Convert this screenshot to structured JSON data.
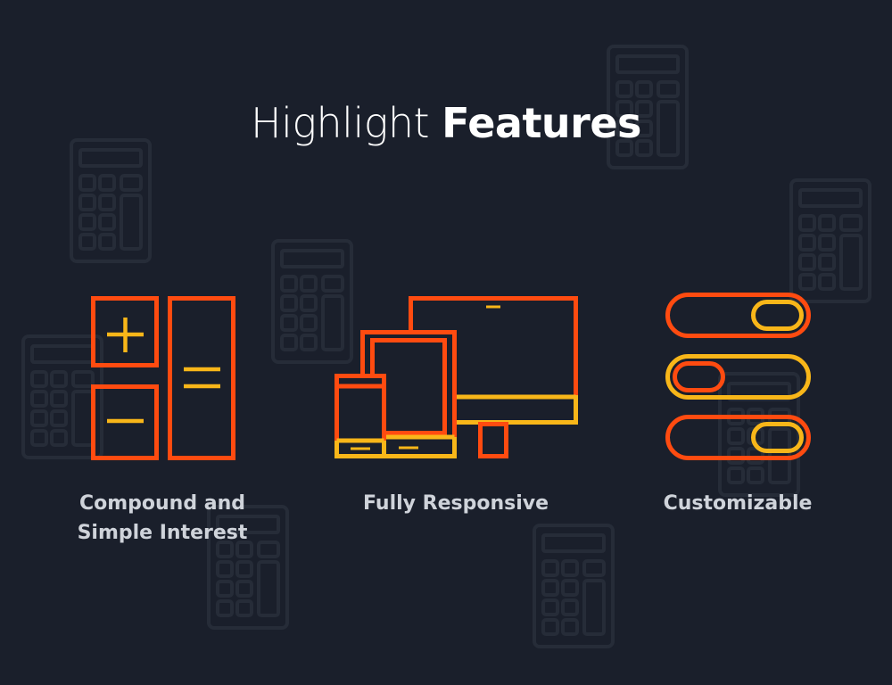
{
  "heading": {
    "light": "Highlight",
    "bold": "Features"
  },
  "features": [
    {
      "label_line1": "Compound and",
      "label_line2": "Simple Interest",
      "icon": "calculator-plus-minus-equals-icon"
    },
    {
      "label_line1": "Fully Responsive",
      "label_line2": "",
      "icon": "responsive-devices-icon"
    },
    {
      "label_line1": "Customizable",
      "label_line2": "",
      "icon": "toggle-switches-icon"
    }
  ],
  "colors": {
    "background": "#1a1f2b",
    "accent_start": "#ff4b10",
    "accent_end": "#f8b619",
    "watermark": "#262c38",
    "heading": "#ffffff",
    "label": "#cfd3da"
  }
}
